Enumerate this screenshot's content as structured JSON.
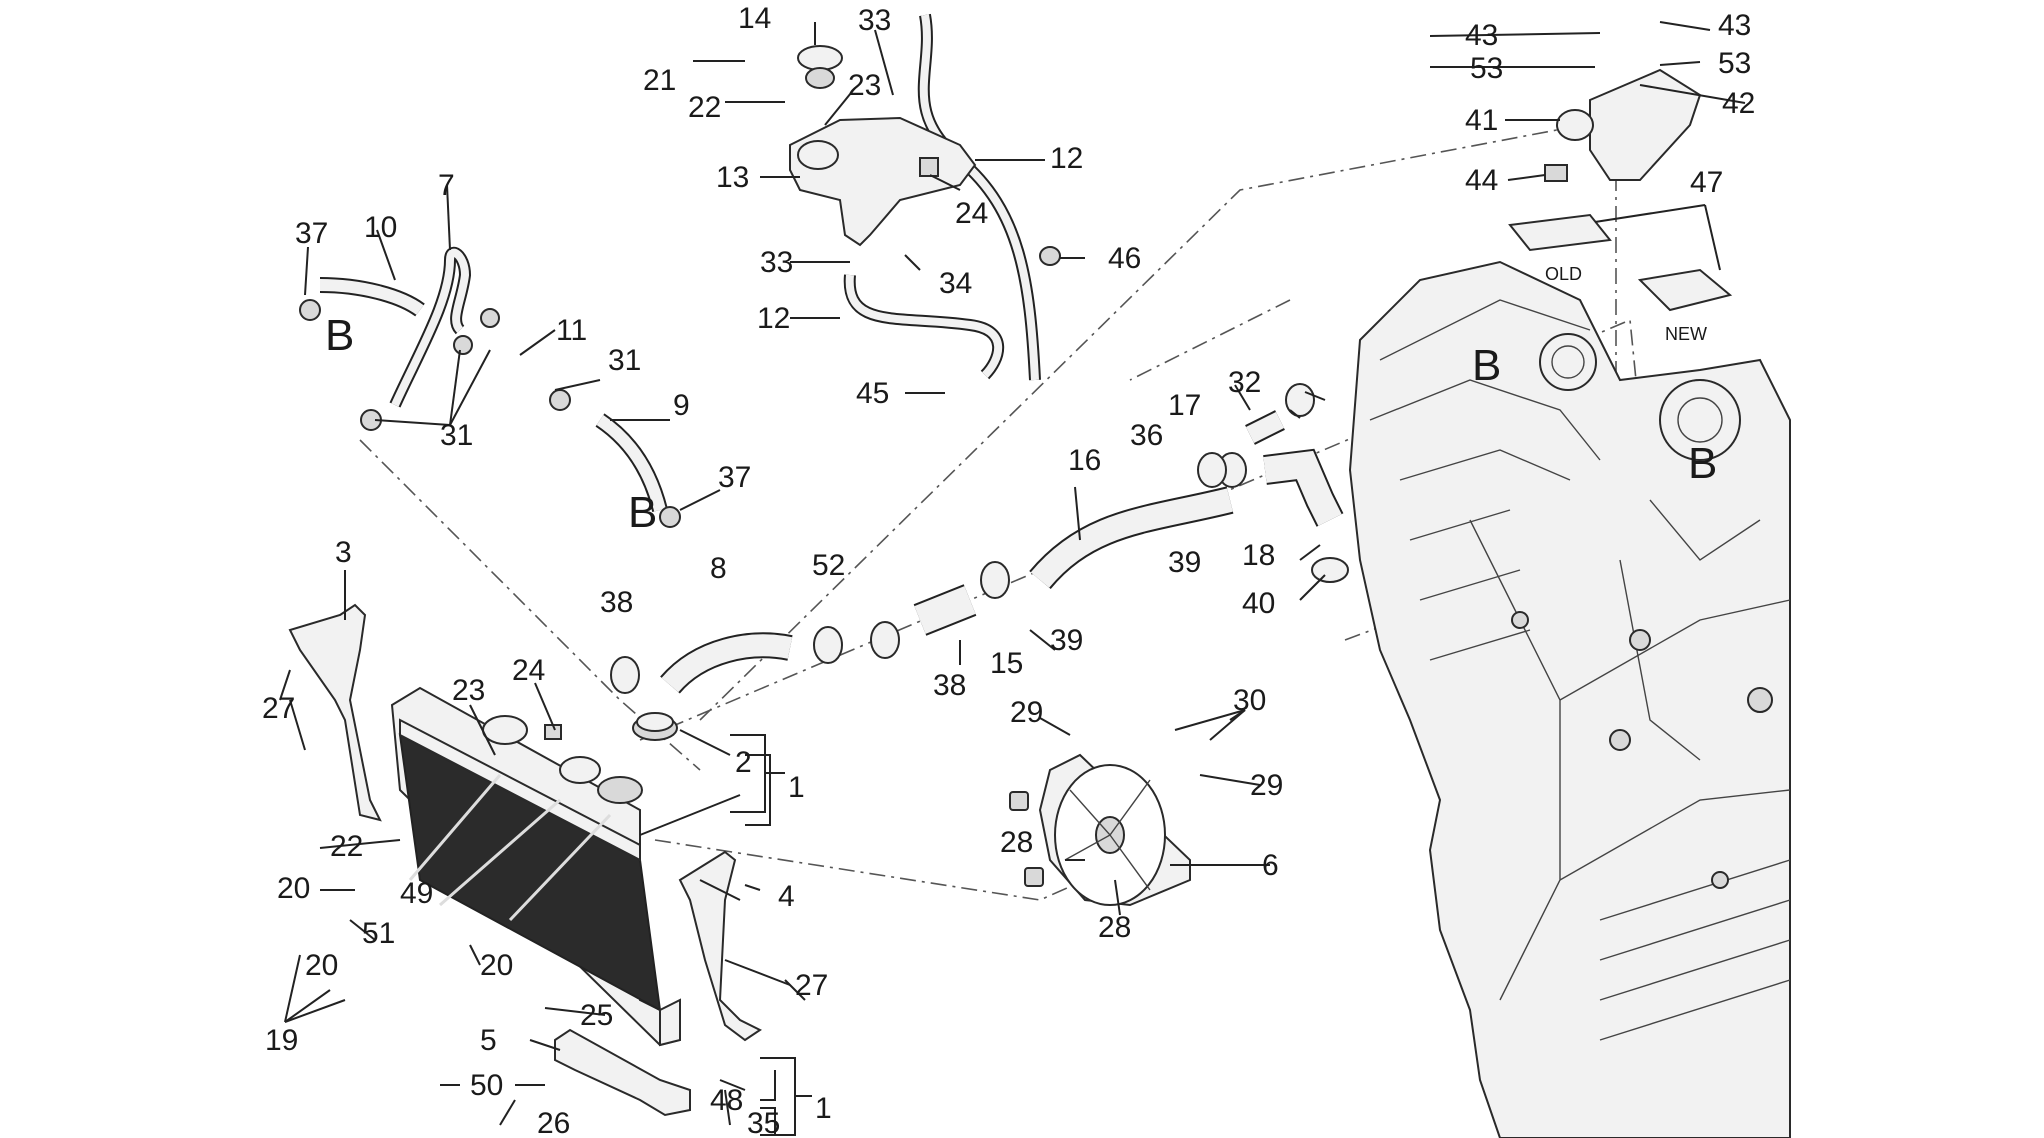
{
  "labels": {
    "n1a": "1",
    "n1b": "1",
    "n2": "2",
    "n3": "3",
    "n4": "4",
    "n5": "5",
    "n6": "6",
    "n7": "7",
    "n8": "8",
    "n9": "9",
    "n10": "10",
    "n11": "11",
    "n12a": "12",
    "n12b": "12",
    "n13": "13",
    "n14": "14",
    "n15": "15",
    "n16": "16",
    "n17": "17",
    "n18": "18",
    "n19": "19",
    "n20a": "20",
    "n20b": "20",
    "n20c": "20",
    "n21": "21",
    "n22a": "22",
    "n22b": "22",
    "n23a": "23",
    "n23b": "23",
    "n24a": "24",
    "n24b": "24",
    "n25": "25",
    "n26": "26",
    "n27a": "27",
    "n27b": "27",
    "n28a": "28",
    "n28b": "28",
    "n29a": "29",
    "n29b": "29",
    "n30": "30",
    "n31a": "31",
    "n31b": "31",
    "n32": "32",
    "n33a": "33",
    "n33b": "33",
    "n34": "34",
    "n35": "35",
    "n36": "36",
    "n37a": "37",
    "n37b": "37",
    "n38a": "38",
    "n38b": "38",
    "n39a": "39",
    "n39b": "39",
    "n40": "40",
    "n41": "41",
    "n42": "42",
    "n43a": "43",
    "n43b": "43",
    "n44": "44",
    "n45": "45",
    "n46": "46",
    "n47": "47",
    "n48": "48",
    "n49": "49",
    "n50": "50",
    "n51": "51",
    "n52": "52",
    "n53a": "53",
    "n53b": "53",
    "refB1": "B",
    "refB2": "B",
    "refB3": "B",
    "refB4": "B",
    "old": "OLD",
    "new": "NEW"
  }
}
